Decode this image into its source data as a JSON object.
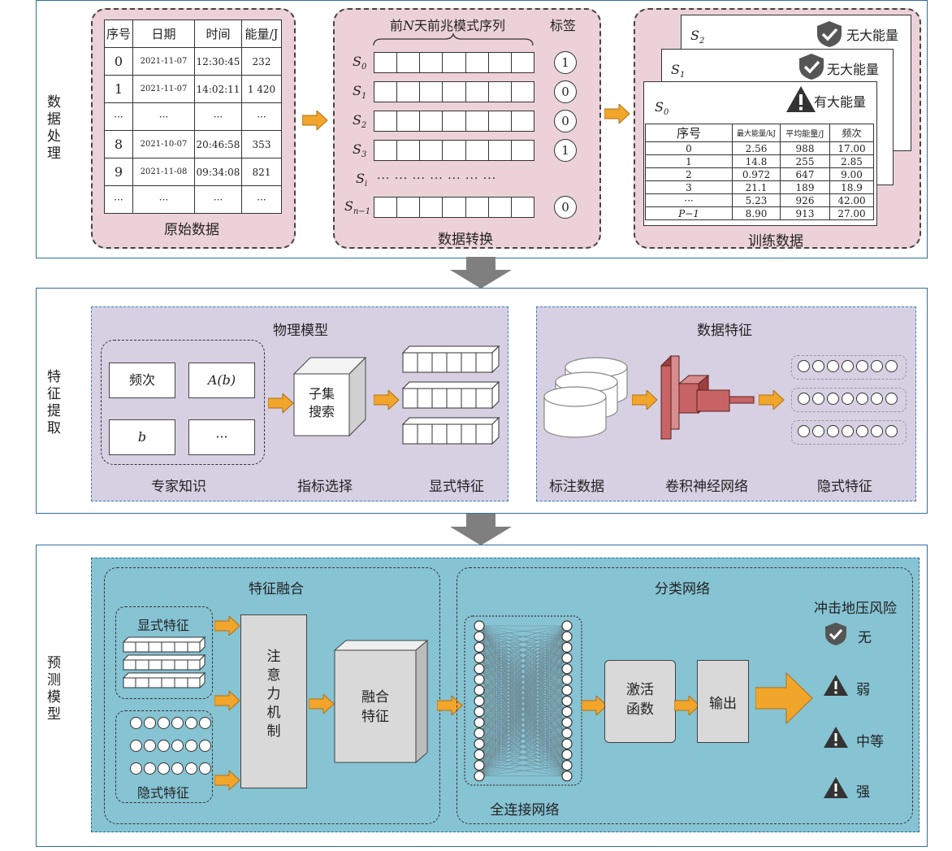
{
  "sections": {
    "data_processing": "数据处理",
    "feature_extraction": "特征提取",
    "prediction_model": "预测模型"
  },
  "raw_data": {
    "caption": "原始数据",
    "headers": [
      "序号",
      "日期",
      "时间",
      "能量/J"
    ],
    "rows": [
      [
        "0",
        "2021-11-07",
        "12:30:45",
        "232"
      ],
      [
        "1",
        "2021-11-07",
        "14:02:11",
        "1 420"
      ],
      [
        "···",
        "···",
        "···",
        "···"
      ],
      [
        "8",
        "2021-10-07",
        "20:46:58",
        "353"
      ],
      [
        "9",
        "2021-11-08",
        "09:34:08",
        "821"
      ],
      [
        "···",
        "···",
        "···",
        "···"
      ]
    ]
  },
  "data_transform": {
    "caption": "数据转换",
    "header_prefix": "前",
    "header_var": "N",
    "header_suffix": "天前兆模式序列",
    "label_header": "标签",
    "rows": [
      {
        "base": "S",
        "sub": "0",
        "label": "1"
      },
      {
        "base": "S",
        "sub": "1",
        "label": "0"
      },
      {
        "base": "S",
        "sub": "2",
        "label": "0"
      },
      {
        "base": "S",
        "sub": "3",
        "label": "1"
      },
      {
        "base": "S",
        "sub": "i",
        "label": ""
      },
      {
        "base": "S",
        "sub": "n−1",
        "label": "0"
      }
    ],
    "ellipsis": "··· ··· ··· ··· ··· ··· ···"
  },
  "training_data": {
    "caption": "训练数据",
    "cards": [
      {
        "base": "S",
        "sub": "2",
        "status": "无大能量",
        "icon": "shield-check-icon"
      },
      {
        "base": "S",
        "sub": "1",
        "status": "无大能量",
        "icon": "shield-check-icon"
      },
      {
        "base": "S",
        "sub": "0",
        "status": "有大能量",
        "icon": "warning-icon"
      }
    ],
    "headers": [
      "序号",
      "最大能量/kJ",
      "平均能量/J",
      "频次"
    ],
    "rows": [
      [
        "0",
        "2.56",
        "988",
        "17.00"
      ],
      [
        "1",
        "14.8",
        "255",
        "2.85"
      ],
      [
        "2",
        "0.972",
        "647",
        "9.00"
      ],
      [
        "3",
        "21.1",
        "189",
        "18.9"
      ],
      [
        "···",
        "5.23",
        "926",
        "42.00"
      ],
      [
        "P−1",
        "8.90",
        "913",
        "27.00"
      ]
    ]
  },
  "physical_model": {
    "title": "物理模型",
    "expert_items": [
      "频次",
      "A(b)",
      "b",
      "···"
    ],
    "expert_caption": "专家知识",
    "subset_search": [
      "子集",
      "搜索"
    ],
    "index_caption": "指标选择",
    "explicit_caption": "显式特征"
  },
  "data_features": {
    "title": "数据特征",
    "labeled_caption": "标注数据",
    "cnn_caption": "卷积神经网络",
    "implicit_caption": "隐式特征"
  },
  "fusion": {
    "title": "特征融合",
    "explicit_label": "显式特征",
    "implicit_label": "隐式特征",
    "attention": [
      "注",
      "意",
      "力",
      "机",
      "制"
    ],
    "fused": [
      "融合",
      "特征"
    ]
  },
  "classification": {
    "title": "分类网络",
    "fc_caption": "全连接网络",
    "activation": [
      "激活",
      "函数"
    ],
    "output": "输出"
  },
  "risk": {
    "title": "冲击地压风险",
    "levels": [
      {
        "label": "无",
        "icon": "shield-check-icon"
      },
      {
        "label": "弱",
        "icon": "warning-icon"
      },
      {
        "label": "中等",
        "icon": "warning-icon"
      },
      {
        "label": "强",
        "icon": "warning-icon"
      }
    ]
  },
  "colors": {
    "pink_fill": "#ecd2d8",
    "purple_fill": "#d6d0e2",
    "teal_fill": "#86c3d3",
    "arrow_orange": "#f2a52b",
    "down_arrow": "#7f7f7f",
    "cnn_red": "#c86466"
  }
}
